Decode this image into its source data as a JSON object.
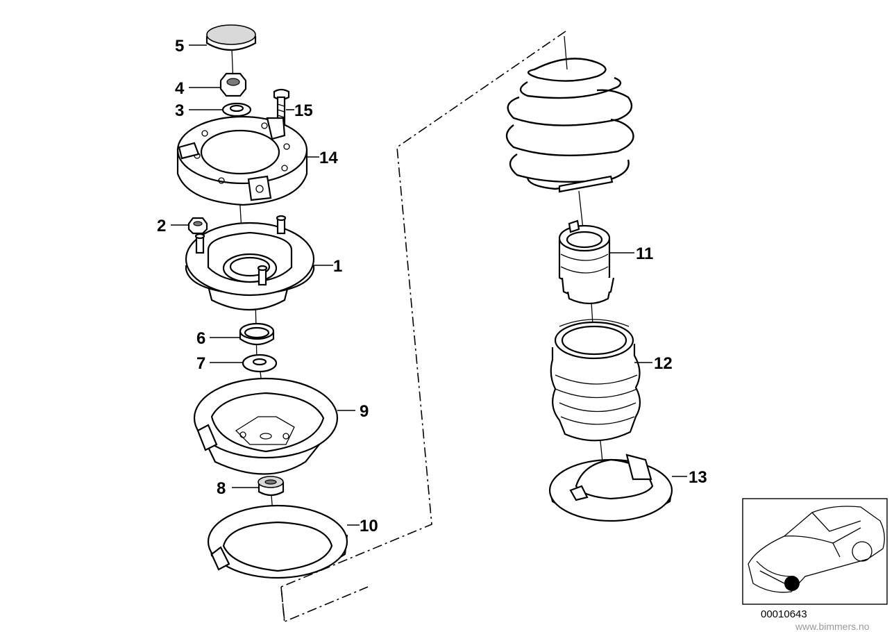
{
  "diagram": {
    "callouts": {
      "c1": "1",
      "c2": "2",
      "c3": "3",
      "c4": "4",
      "c5": "5",
      "c6": "6",
      "c7": "7",
      "c8": "8",
      "c9": "9",
      "c10": "10",
      "c11": "11",
      "c12": "12",
      "c13": "13",
      "c14": "14",
      "c15": "15"
    },
    "diagram_number": "00010643",
    "watermark": "www.bimmers.no"
  }
}
